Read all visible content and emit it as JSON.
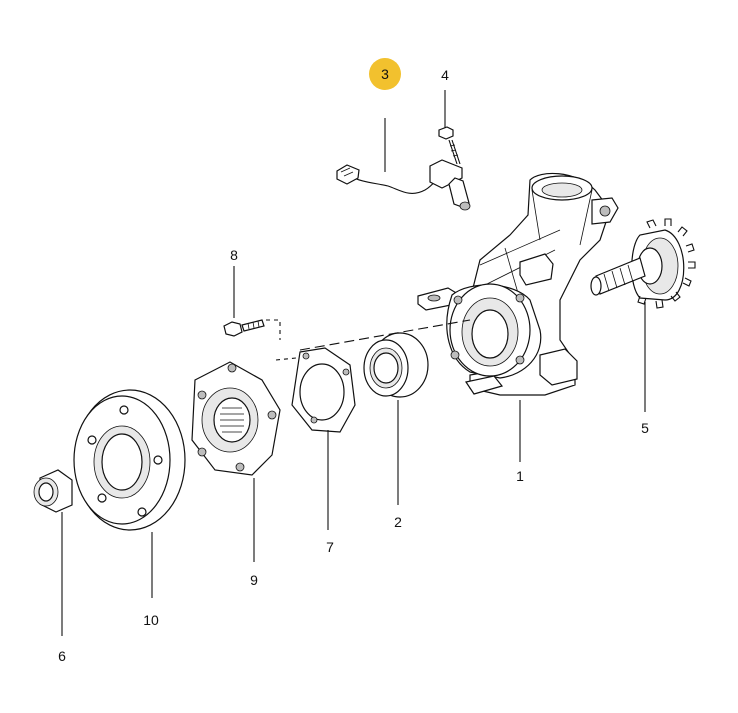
{
  "diagram": {
    "highlight_color": "#F2C12E",
    "highlighted_callout": "3",
    "callouts": {
      "c1": "1",
      "c2": "2",
      "c3": "3",
      "c4": "4",
      "c5": "5",
      "c6": "6",
      "c7": "7",
      "c8": "8",
      "c9": "9",
      "c10": "10"
    }
  }
}
